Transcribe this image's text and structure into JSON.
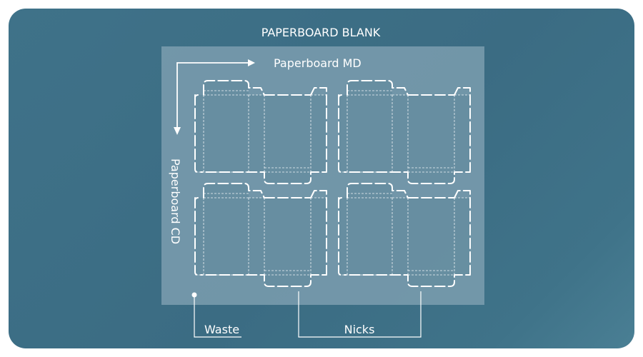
{
  "title": "PAPERBOARD BLANK",
  "md_label": "Paperboard MD",
  "cd_label": "Paperboard CD",
  "waste_label": "Waste",
  "nicks_label": "Nicks",
  "colors": {
    "background": "#3d6f86",
    "blank_sheet": "#7b9eaf",
    "box_fill": "#5e899b",
    "line": "#ffffff"
  },
  "blank_count": 4
}
